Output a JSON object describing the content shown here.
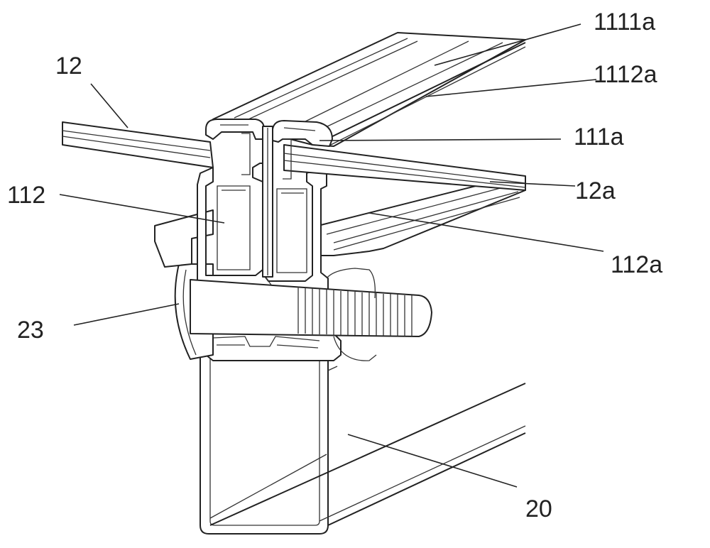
{
  "labels": {
    "l1111a": "1111a",
    "l1112a": "1112a",
    "l111a": "111a",
    "l12": "12",
    "l12a": "12a",
    "l112": "112",
    "l112a": "112a",
    "l23": "23",
    "l20": "20"
  },
  "colors": {
    "line": "#222222",
    "background": "#ffffff"
  }
}
